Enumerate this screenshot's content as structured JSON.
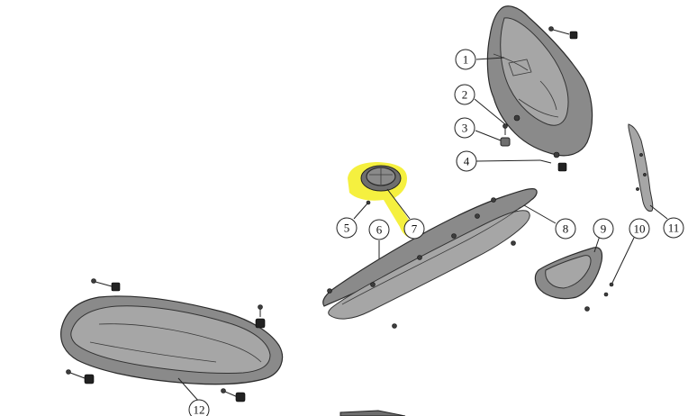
{
  "callouts": [
    {
      "id": "c1",
      "label": "1"
    },
    {
      "id": "c2",
      "label": "2"
    },
    {
      "id": "c3",
      "label": "3"
    },
    {
      "id": "c4",
      "label": "4"
    },
    {
      "id": "c5",
      "label": "5"
    },
    {
      "id": "c6",
      "label": "6"
    },
    {
      "id": "c7",
      "label": "7"
    },
    {
      "id": "c8",
      "label": "8"
    },
    {
      "id": "c9",
      "label": "9"
    },
    {
      "id": "c10",
      "label": "10"
    },
    {
      "id": "c11",
      "label": "11"
    },
    {
      "id": "c12",
      "label": "12"
    }
  ],
  "highlight_color": "#f4ee2a",
  "highlighted_part": "7"
}
